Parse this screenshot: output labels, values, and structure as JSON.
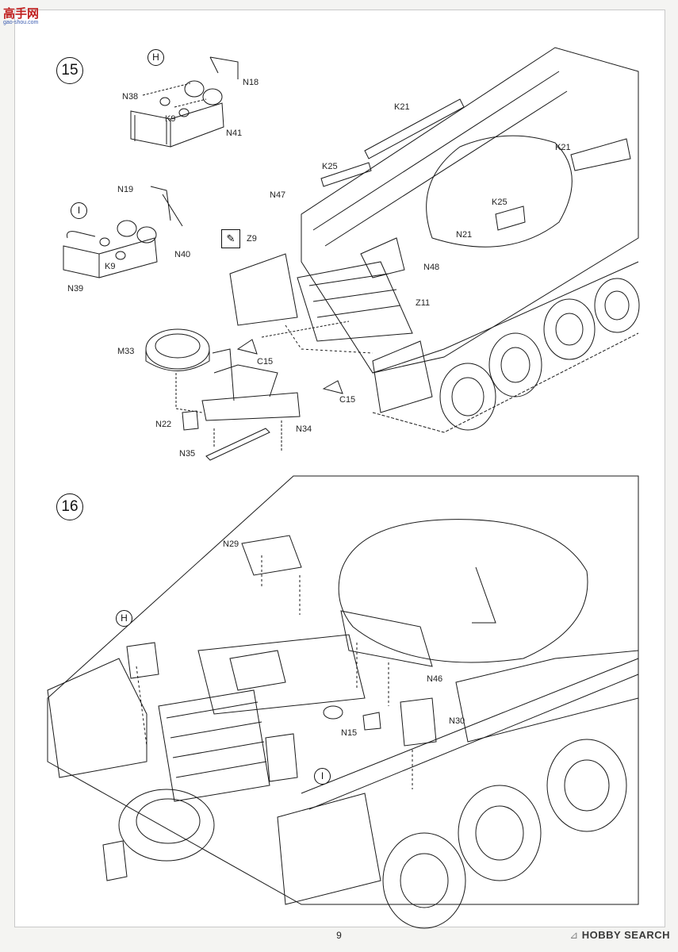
{
  "watermark": {
    "title": "高手网",
    "url": "gao-shou.com"
  },
  "page_number": "9",
  "footer_brand": {
    "mark": "⊿",
    "name": "HOBBY SEARCH"
  },
  "steps": [
    {
      "number": "15",
      "subassemblies": [
        "H",
        "I"
      ],
      "labels": [
        "N18",
        "N38",
        "K9",
        "N41",
        "N19",
        "N40",
        "K9",
        "N39",
        "K21",
        "K21",
        "K25",
        "K25",
        "N47",
        "Z9",
        "N21",
        "N48",
        "Z11",
        "M33",
        "C15",
        "C15",
        "N22",
        "N34",
        "N35"
      ]
    },
    {
      "number": "16",
      "subassemblies": [
        "H",
        "I"
      ],
      "labels": [
        "N29",
        "N46",
        "N30",
        "N15"
      ]
    }
  ]
}
